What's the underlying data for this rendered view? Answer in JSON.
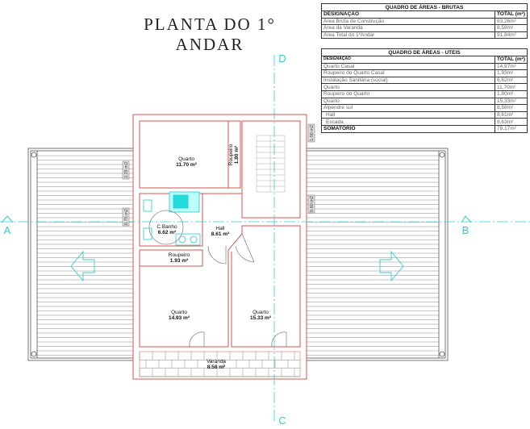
{
  "title": "PLANTA DO 1° ANDAR",
  "table_brutas": {
    "caption": "QUADRO DE ÁREAS - BRUTAS",
    "col_designacao": "DESIGNAÇÃO",
    "col_total": "TOTAL (m²)",
    "rows": [
      {
        "name": "Área Bruta de Construção",
        "value": "83,26m²"
      },
      {
        "name": "Área da Varanda",
        "value": "8,58m²"
      },
      {
        "name": "Área Total do 1ºAndar",
        "value": "91,84m²"
      }
    ]
  },
  "table_uteis": {
    "caption": "QUADRO DE ÁREAS - UTEIS",
    "col_designacao": "DESIGNAÇÃO",
    "col_total": "TOTAL (m²)",
    "rows": [
      {
        "name": "Quarto Casal",
        "value": "14,97m²"
      },
      {
        "name": "Roupeiro do Quarto Casal",
        "value": "1,93m²"
      },
      {
        "name": "Instalação Sanitária (social)",
        "value": "6,62m²"
      },
      {
        "name": "Quarto",
        "value": "11,70m²"
      },
      {
        "name": "Roupeiro do Quarto",
        "value": "1,80m²"
      },
      {
        "name": "Quarto",
        "value": "15,33m²"
      },
      {
        "name": "Alpendre sul",
        "value": "8,58m²"
      },
      {
        "name": "Hall",
        "value": "8,61m²"
      },
      {
        "name": "Escada",
        "value": "8,63m²"
      }
    ],
    "total_label": "SOMATÓRIO",
    "total_value": "78,17m²"
  },
  "rooms": {
    "quarto_top": {
      "name": "Quarto",
      "area": "11.70 m²"
    },
    "roupeiro_top": {
      "name": "Roupeiro",
      "area": "1.80 m²"
    },
    "banho": {
      "name": "C.Banho",
      "area": "6.62 m²"
    },
    "hall": {
      "name": "Hall",
      "area": "8.61 m²"
    },
    "roupeiro": {
      "name": "Roupeiro",
      "area": "1.93 m²"
    },
    "quarto_left": {
      "name": "Quarto",
      "area": "14.93 m²"
    },
    "quarto_right": {
      "name": "Quarto",
      "area": "15.33 m²"
    },
    "varanda": {
      "name": "Varanda",
      "area": "8.58 m²"
    }
  },
  "window_labels": [
    "2.29 m2",
    "0.75 m2",
    "1.00 m2",
    "0.60 m2"
  ],
  "section_marks": {
    "left": "A",
    "right": "B",
    "top": "D",
    "bottom": "C"
  },
  "colors": {
    "walls": "#d9534f",
    "axis": "#33cccc",
    "lines": "#555555"
  }
}
